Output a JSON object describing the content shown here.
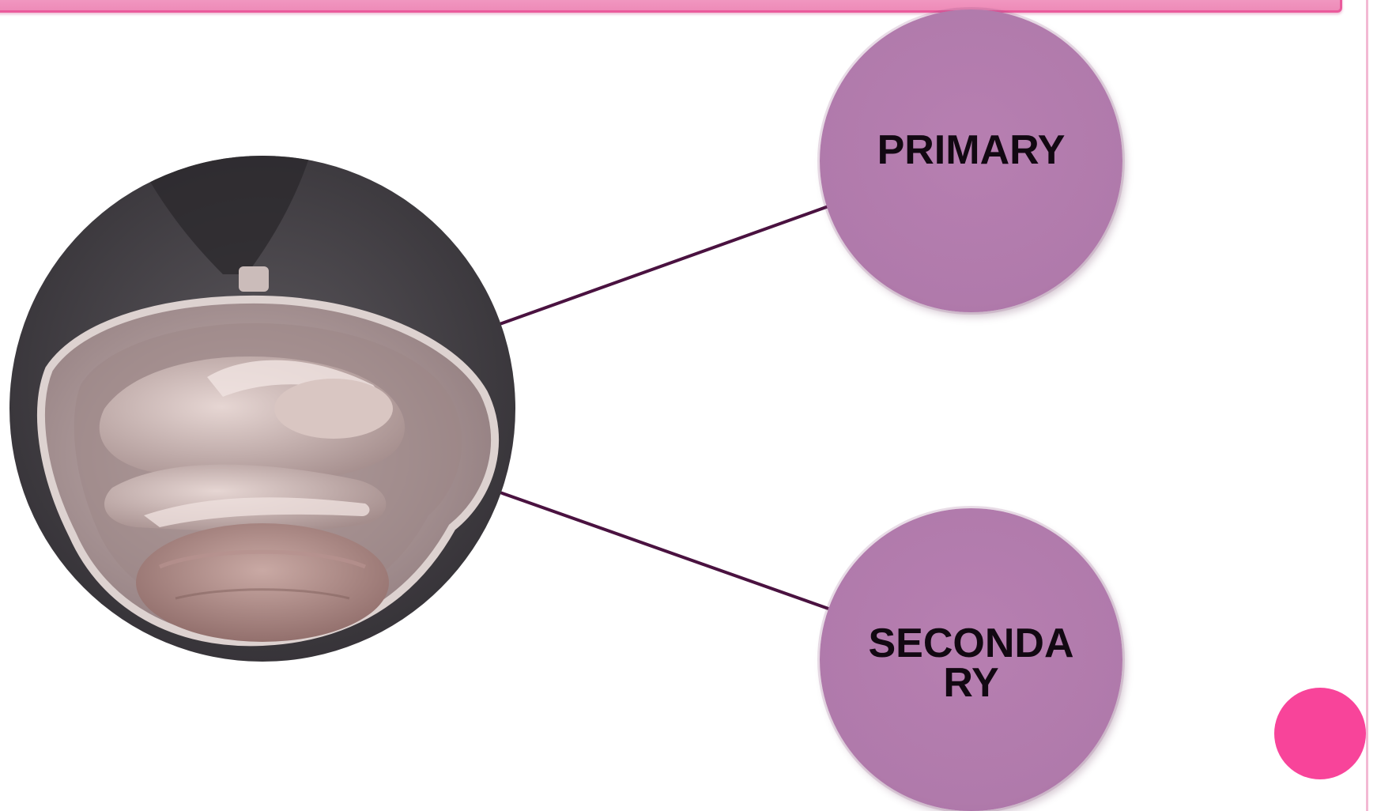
{
  "nodes": {
    "primary": {
      "label": "PRIMARY"
    },
    "secondary": {
      "label": "SECONDARY"
    }
  },
  "colors": {
    "node_fill": "#b07aab",
    "connector": "#4a1240",
    "banner": "#ee8bb8",
    "accent_dot": "#f8449a"
  },
  "image": {
    "subject": "fetal-position-in-womb-photo"
  }
}
